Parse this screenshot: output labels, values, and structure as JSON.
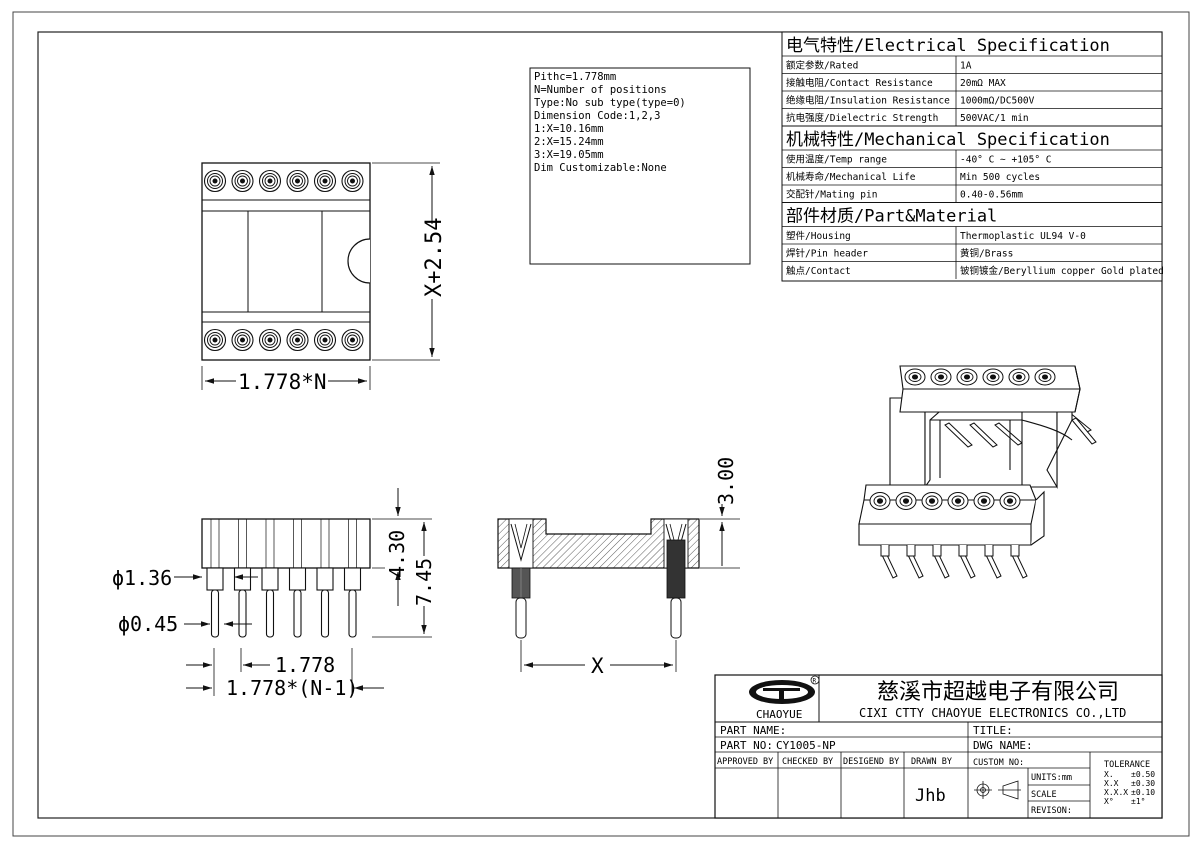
{
  "notes": [
    "Pithc=1.778mm",
    "N=Number of positions",
    "Type:No sub type(type=0)",
    "Dimension Code:1,2,3",
    "1:X=10.16mm",
    "2:X=15.24mm",
    "3:X=19.05mm",
    "Dim Customizable:None"
  ],
  "spec": {
    "electrical": {
      "header": "电气特性/Electrical Specification",
      "rows": [
        {
          "label": "额定参数/Rated",
          "value": "1A"
        },
        {
          "label": "接触电阻/Contact Resistance",
          "value": "20mΩ MAX"
        },
        {
          "label": "绝缘电阻/Insulation Resistance",
          "value": "1000mΩ/DC500V"
        },
        {
          "label": "抗电强度/Dielectric Strength",
          "value": "500VAC/1 min"
        }
      ]
    },
    "mechanical": {
      "header": "机械特性/Mechanical Specification",
      "rows": [
        {
          "label": "使用温度/Temp range",
          "value": "-40° C ~ +105° C"
        },
        {
          "label": "机械寿命/Mechanical Life",
          "value": "Min 500 cycles"
        },
        {
          "label": "交配针/Mating pin",
          "value": "0.40-0.56mm"
        }
      ]
    },
    "material": {
      "header": "部件材质/Part&Material",
      "rows": [
        {
          "label": "塑件/Housing",
          "value": "Thermoplastic UL94  V-0"
        },
        {
          "label": "焊针/Pin header",
          "value": "黄铜/Brass"
        },
        {
          "label": "触点/Contact",
          "value": "铍铜镀金/Beryllium copper Gold plated"
        }
      ]
    }
  },
  "dims": {
    "height_x": "X+2.54",
    "width_n": "1.778*N",
    "body_h": "4.30",
    "total_h": "7.45",
    "dia_body": "ϕ1.36",
    "dia_pin": "ϕ0.45",
    "pitch": "1.778",
    "span": "1.778*(N-1)",
    "x": "X",
    "socket_h": "3.00"
  },
  "title_block": {
    "logo_text": "CHAOYUE",
    "company_cn": "慈溪市超越电子有限公司",
    "company_en": "CIXI CTTY CHAOYUE ELECTRONICS CO.,LTD",
    "part_name_label": "PART NAME:",
    "title_label": "TITLE:",
    "part_no_label": "PART NO:",
    "part_no": "CY1005-NP",
    "dwg_name_label": "DWG NAME:",
    "approved_by": "APPROVED BY",
    "checked_by": "CHECKED BY",
    "designed_by": "DESIGEND BY",
    "drawn_by": "DRAWN BY",
    "drawn_by_value": "Jhb",
    "custom_no": "CUSTOM NO:",
    "units": "UNITS:mm",
    "scale": "SCALE",
    "revision": "REVISON:",
    "tolerance_title": "TOLERANCE",
    "tolerances": [
      {
        "k": "X.",
        "v": "±0.50"
      },
      {
        "k": "X.X",
        "v": "±0.30"
      },
      {
        "k": "X.X.X",
        "v": "±0.10"
      },
      {
        "k": "X°",
        "v": "±1°"
      }
    ]
  }
}
